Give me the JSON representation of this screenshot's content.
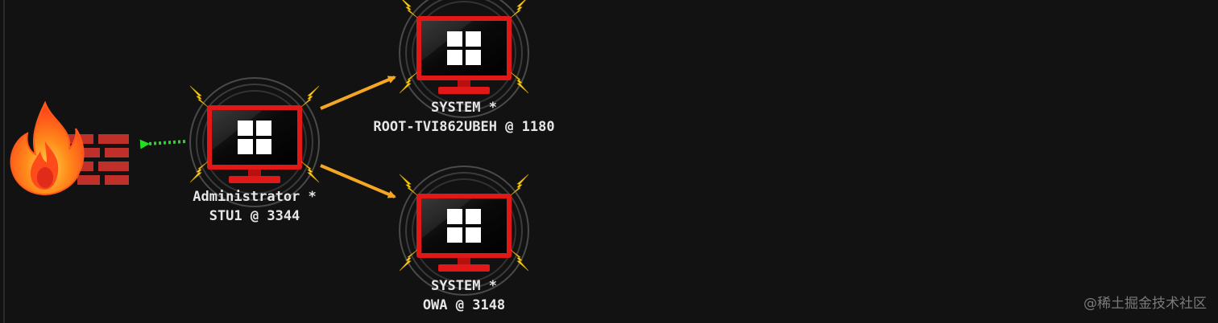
{
  "graph": {
    "nodes": [
      {
        "id": "stu1",
        "user": "Administrator *",
        "host": "STU1 @ 3344",
        "os_icon": "windows-icon",
        "status": "compromised"
      },
      {
        "id": "root",
        "user": "SYSTEM *",
        "host": "ROOT-TVI862UBEH @ 1180",
        "os_icon": "windows-icon",
        "status": "compromised"
      },
      {
        "id": "owa",
        "user": "SYSTEM *",
        "host": "OWA @ 3148",
        "os_icon": "windows-icon",
        "status": "compromised"
      }
    ],
    "firewall": {
      "icon": "firewall-icon"
    },
    "edges": [
      {
        "from": "stu1",
        "to": "root",
        "style": "solid",
        "color": "#f5a623"
      },
      {
        "from": "stu1",
        "to": "owa",
        "style": "solid",
        "color": "#f5a623"
      },
      {
        "from": "stu1",
        "to": "firewall",
        "style": "dotted",
        "color": "#22dd22"
      }
    ]
  },
  "colors": {
    "background": "#121212",
    "monitor_red": "#e01818",
    "lightning": "#ffd21a",
    "edge_orange": "#f5a623",
    "edge_green": "#22dd22",
    "brick": "#c0302a",
    "flame": "#ff7a1a"
  },
  "watermark": "@稀土掘金技术社区"
}
